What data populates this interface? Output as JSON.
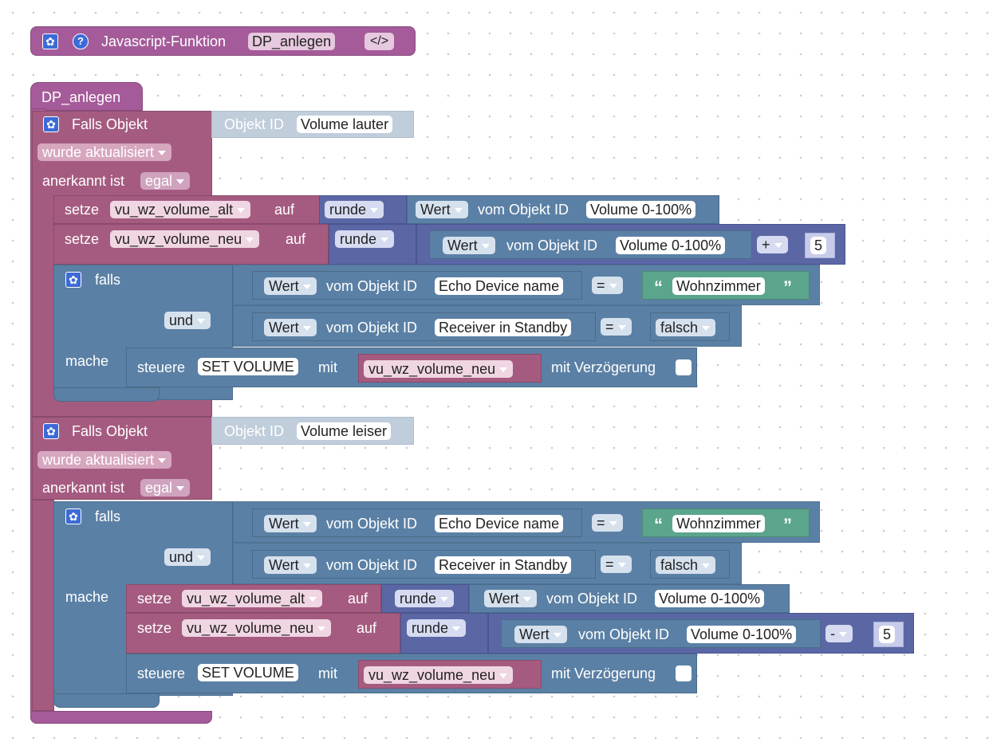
{
  "function_block": {
    "gear_icon": "gear-icon",
    "help_icon": "question-icon",
    "label": "Javascript-Funktion",
    "name": "DP_anlegen",
    "code_icon": "</>"
  },
  "hat_label": "DP_anlegen",
  "labels": {
    "falls_objekt": "Falls Objekt",
    "objekt_id": "Objekt ID",
    "anerkannt": "anerkannt ist",
    "setze": "setze",
    "auf": "auf",
    "falls": "falls",
    "mache": "mache",
    "vom_objekt_id": "vom Objekt ID",
    "steuere": "steuere",
    "mit": "mit",
    "mit_verzoegerung": "mit Verzögerung"
  },
  "dropdowns": {
    "wurde_aktualisiert": "wurde aktualisiert",
    "egal": "egal",
    "runde": "runde",
    "wert": "Wert",
    "plus": "+",
    "minus": "-",
    "equals": "=",
    "und": "und",
    "falsch": "falsch"
  },
  "variables": {
    "alt": "vu_wz_volume_alt",
    "neu": "vu_wz_volume_neu"
  },
  "objects": {
    "volume_lauter": "Volume lauter",
    "volume_leiser": "Volume leiser",
    "volume_pct": "Volume 0-100%",
    "echo": "Echo Device name",
    "receiver": "Receiver in Standby",
    "set_volume": "SET VOLUME"
  },
  "strings": {
    "wohnzimmer": "Wohnzimmer",
    "quote_open": "“",
    "quote_close": "”"
  },
  "numbers": {
    "step": "5"
  },
  "colors": {
    "function": "#a55b99",
    "event": "#a55b80",
    "control": "#5b80a5",
    "math": "#5b67a5",
    "text": "#5ba58c",
    "icon": "#3c6bd7"
  }
}
